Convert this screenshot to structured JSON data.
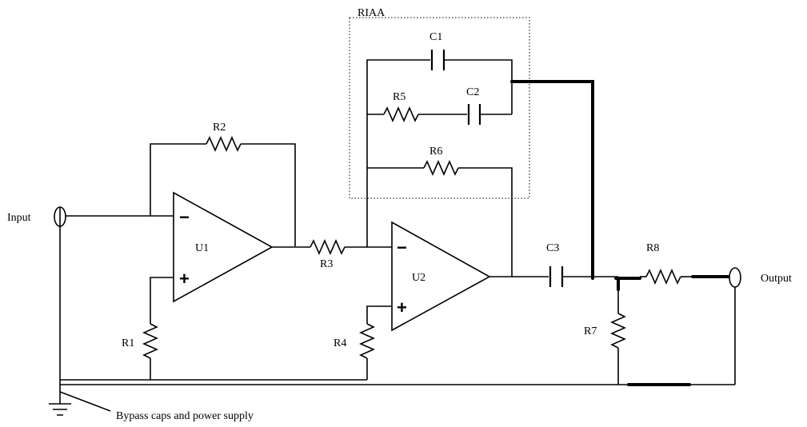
{
  "labels": {
    "riaa": "RIAA",
    "input": "Input",
    "output": "Output",
    "bypass": "Bypass caps and power supply"
  },
  "components": {
    "u1": "U1",
    "u2": "U2",
    "r1": "R1",
    "r2": "R2",
    "r3": "R3",
    "r4": "R4",
    "r5": "R5",
    "r6": "R6",
    "r7": "R7",
    "r8": "R8",
    "c1": "C1",
    "c2": "C2",
    "c3": "C3"
  },
  "pins": {
    "minus": "−",
    "plus": "+"
  }
}
